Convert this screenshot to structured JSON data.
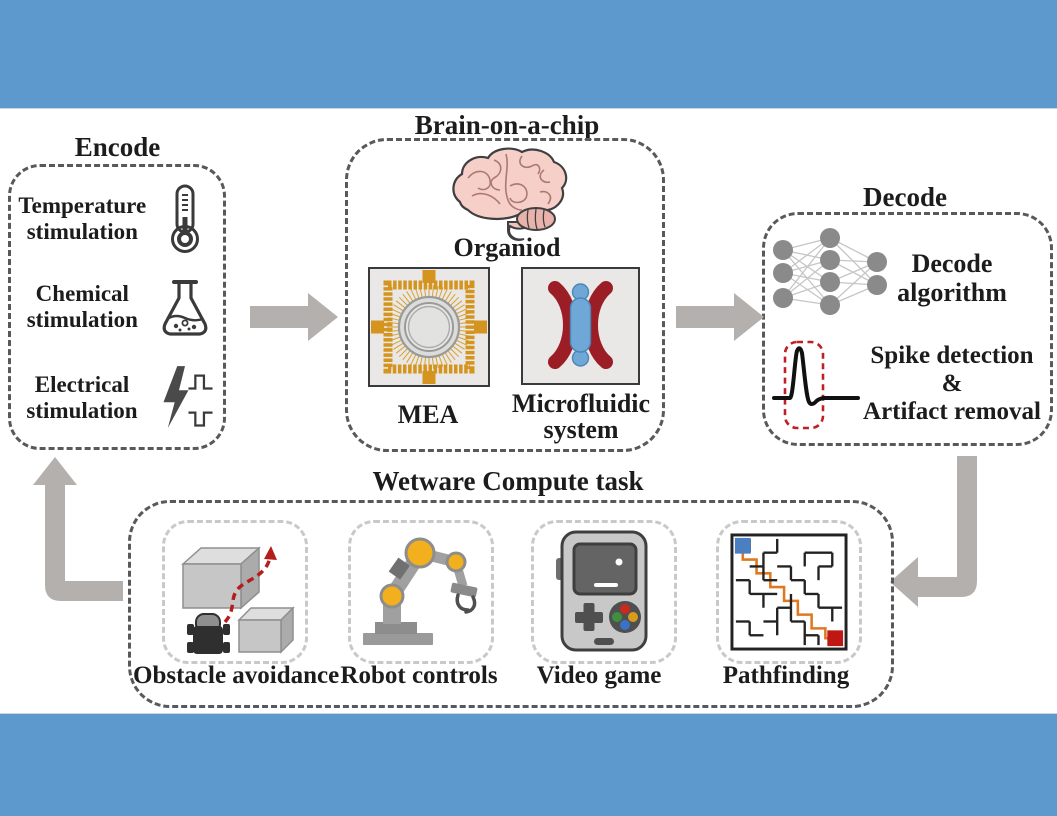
{
  "encode": {
    "title": "Encode",
    "items": [
      {
        "line1": "Temperature",
        "line2": "stimulation",
        "icon": "thermometer-icon"
      },
      {
        "line1": "Chemical",
        "line2": "stimulation",
        "icon": "flask-icon"
      },
      {
        "line1": "Electrical",
        "line2": "stimulation",
        "icon": "lightning-pulse-icon"
      }
    ]
  },
  "chip": {
    "title": "Brain-on-a-chip",
    "organoid_label": "Organiod",
    "mea_label": "MEA",
    "microfluidic_line1": "Microfluidic",
    "microfluidic_line2": "system",
    "icons": [
      "brain-icon",
      "mea-chip-icon",
      "microfluidic-chip-icon"
    ]
  },
  "decode": {
    "title": "Decode",
    "algorithm_line1": "Decode",
    "algorithm_line2": "algorithm",
    "spike_line1": "Spike detection",
    "spike_line2": "&",
    "spike_line3": "Artifact removal",
    "icons": [
      "neural-network-icon",
      "spike-waveform-icon"
    ]
  },
  "wetware": {
    "title": "Wetware Compute task",
    "tasks": [
      {
        "label": "Obstacle avoidance",
        "icon": "obstacle-avoidance-icon"
      },
      {
        "label": "Robot controls",
        "icon": "robot-arm-icon"
      },
      {
        "label": "Video game",
        "icon": "game-console-icon"
      },
      {
        "label": "Pathfinding",
        "icon": "maze-icon"
      }
    ]
  },
  "colors": {
    "frame_blue": "#5e99ce",
    "arrow_gray": "#b3b0ad",
    "dash_dark": "#595959",
    "dash_light": "#c9c9c9",
    "mea_orange": "#d4941e",
    "channel_red": "#9b1e26",
    "channel_blue": "#6fa8d6",
    "brain_pink": "#f6cfc9",
    "joint_yellow": "#f2b01e",
    "maze_path_orange": "#e07820",
    "maze_start_blue": "#4a7fc1",
    "maze_goal_red": "#bf1712",
    "spike_box_red": "#bf2026"
  }
}
